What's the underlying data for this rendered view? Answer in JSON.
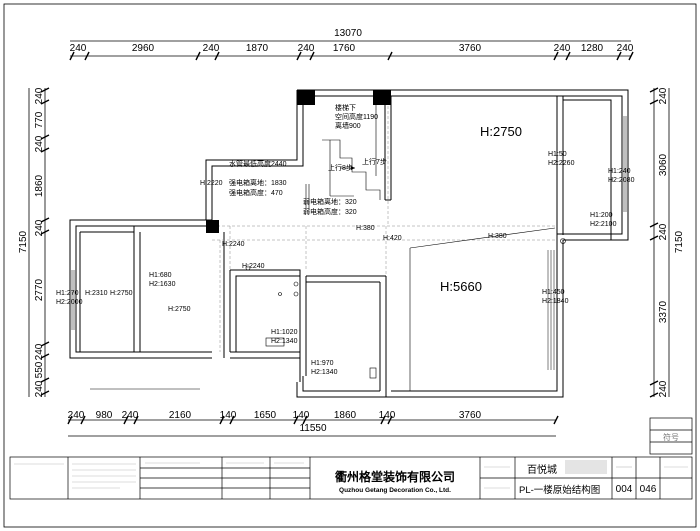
{
  "dimensions": {
    "top_total": "13070",
    "top_segments": [
      "240",
      "2960",
      "240",
      "1870",
      "240",
      "1760",
      "3760",
      "240",
      "1280",
      "240"
    ],
    "bottom_total": "11550",
    "bottom_segments": [
      "240",
      "980",
      "240",
      "2160",
      "140",
      "1650",
      "140",
      "1860",
      "140",
      "3760"
    ],
    "left_total": "7150",
    "left_segments": [
      "240",
      "770",
      "240",
      "1860",
      "240",
      "2770",
      "240",
      "550",
      "240"
    ],
    "right_total": "7150",
    "right_segments": [
      "240",
      "3060",
      "240",
      "3370",
      "240"
    ]
  },
  "labels": {
    "stair_title": "楼梯下",
    "stair_headroom": "空间高度1190",
    "stair_wall": "离墙900",
    "big_room_height": "H:2750",
    "big_hall_height": "H:5660",
    "pipe_height": "水管最低高度2440",
    "upper_steps": "上行7步",
    "lower_steps": "上行8步",
    "strong_box_left_h": "H:2220",
    "strong_box_floor": "强电箱离地：1830",
    "strong_box_height": "强电箱高度：470",
    "weak_box_floor": "弱电箱离地：320",
    "weak_box_height": "弱电箱高度：320",
    "h380_a": "H:380",
    "h420": "H:420",
    "h380_b": "H:380",
    "h2240_a": "H:2240",
    "h2240_b": "H:2240",
    "right_upper_h1": "H1:50",
    "right_upper_h2": "H2:2260",
    "right_wall_h1": "H1:240",
    "right_wall_h2": "H2:2080",
    "right_door_h1": "H1:200",
    "right_door_h2": "H2:2100",
    "right_mid_h1": "H1:450",
    "right_mid_h2": "H2:1840",
    "left_room_h1": "H1:680",
    "left_room_h2": "H2:1630",
    "left_room_h": "H:2750",
    "far_left_h1": "H1:270",
    "far_left_h2": "H2:2000",
    "far_left_mid": "H:2310",
    "far_left_right": "H:2750",
    "center_h1": "H1:1020",
    "center_h2": "H2:1340",
    "bottom_h1": "H1:970",
    "bottom_h2": "H2:1340"
  },
  "title_block": {
    "company_cn": "衢州格堂装饰有限公司",
    "company_en": "Quzhou Getang Decoration Co., Ltd.",
    "project": "百悦城",
    "drawing_name": "PL-一楼原始结构图",
    "number_a": "004",
    "number_b": "046",
    "sequence_label": "符号"
  }
}
